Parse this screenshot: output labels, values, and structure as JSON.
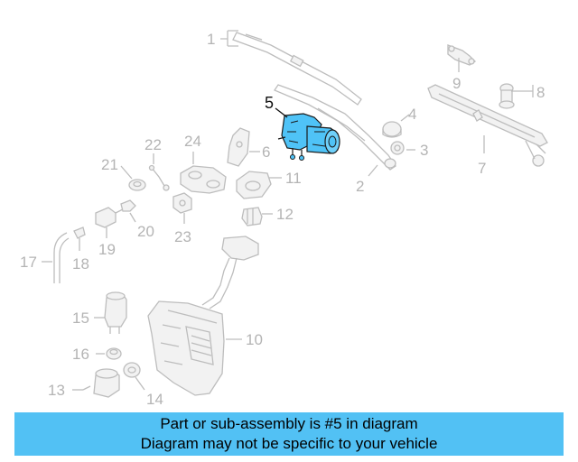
{
  "diagram": {
    "callouts": [
      "1",
      "2",
      "3",
      "4",
      "5",
      "6",
      "7",
      "8",
      "9",
      "10",
      "11",
      "12",
      "13",
      "14",
      "15",
      "16",
      "17",
      "18",
      "19",
      "20",
      "21",
      "22",
      "23",
      "24"
    ],
    "highlight_color": "#4fc3f7",
    "part_color": "#bdbdbd"
  },
  "banner": {
    "line1": "Part or sub-assembly is #5 in diagram",
    "line2": "Diagram may not be specific to your vehicle",
    "background": "#52c1f4"
  }
}
